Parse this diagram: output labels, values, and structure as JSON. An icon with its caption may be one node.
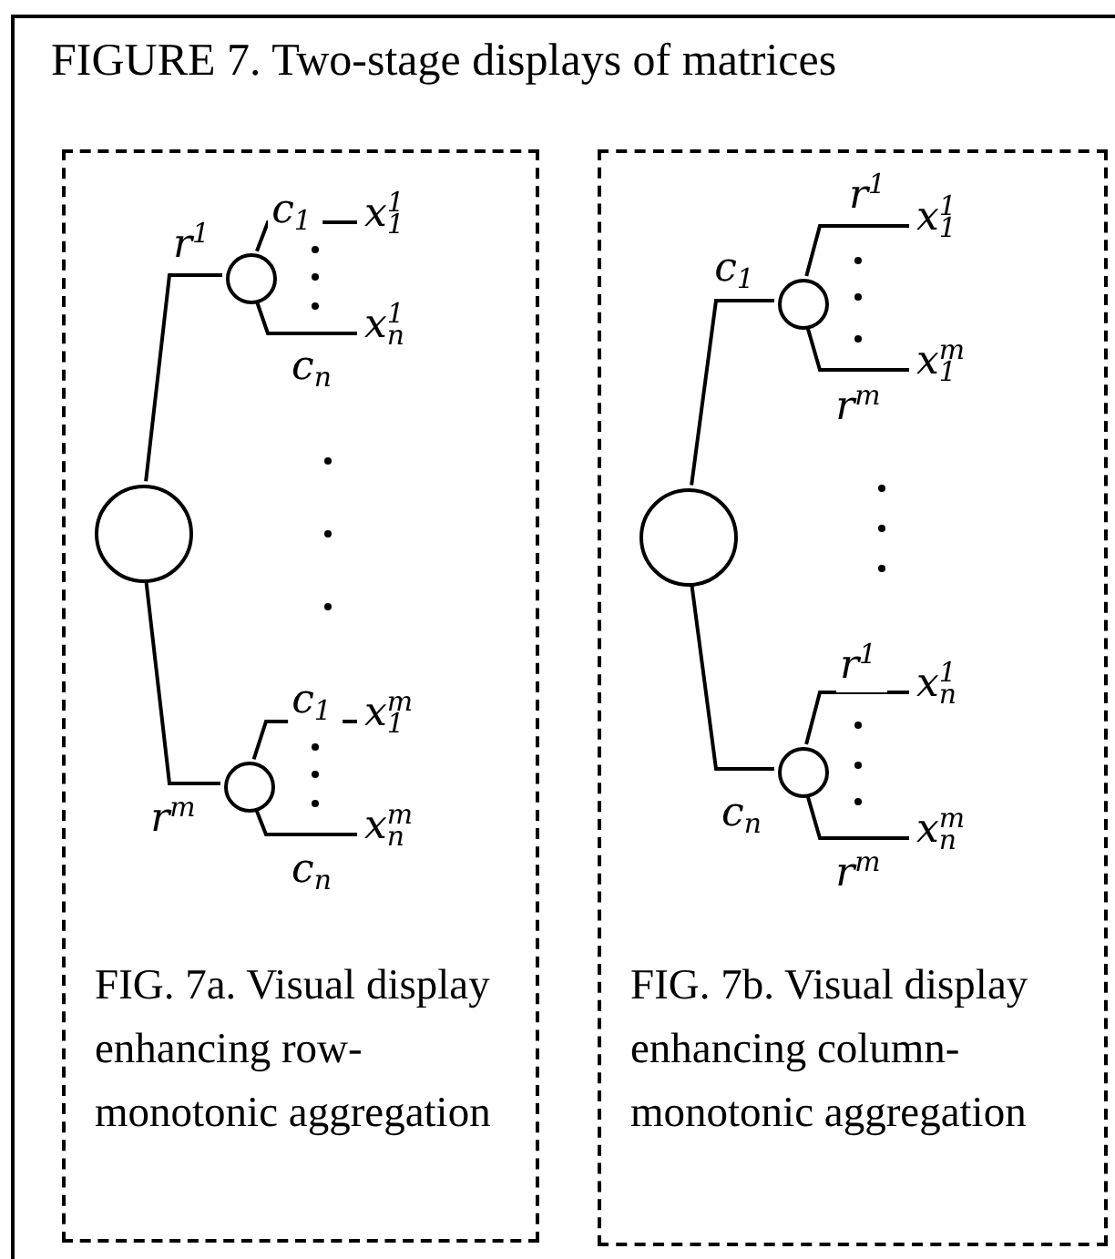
{
  "diagram": {
    "title": "FIGURE 7. Two-stage displays of matrices",
    "nodes": [
      {
        "text": [
          "FIG. 7a. Visual display enhancing row-monotonic aggregation"
        ]
      },
      {
        "text": [],
        "shape": "circle",
        "in": 0
      },
      {
        "text": [],
        "shape": "circle",
        "in": 0
      },
      {
        "text": [],
        "shape": "circle",
        "in": 0
      },
      {
        "text": [
          "x$^{1}$$_{1}$"
        ],
        "in": 0
      },
      {
        "text": [
          "x$^{1}$$_{n}$"
        ],
        "in": 0
      },
      {
        "text": [
          "x$^{m}$$_{1}$"
        ],
        "in": 0
      },
      {
        "text": [
          "x$^{m}$$_{n}$"
        ],
        "in": 0
      },
      {
        "text": [
          "FIG. 7b. Visual display enhancing column-monotonic aggregation"
        ]
      },
      {
        "text": [],
        "shape": "circle",
        "in": 8
      },
      {
        "text": [],
        "shape": "circle",
        "in": 8
      },
      {
        "text": [],
        "shape": "circle",
        "in": 8
      },
      {
        "text": [
          "x$^{1}$$_{1}$"
        ],
        "in": 8
      },
      {
        "text": [
          "x$^{m}$$_{1}$"
        ],
        "in": 8
      },
      {
        "text": [
          "x$^{1}$$_{n}$"
        ],
        "in": 8
      },
      {
        "text": [
          "x$^{m}$$_{n}$"
        ],
        "in": 8
      }
    ],
    "edges": [
      {
        "from": 1,
        "to": 2,
        "arrow": "none",
        "label": "r$^{1}$"
      },
      {
        "from": 1,
        "to": 3,
        "arrow": "none",
        "label": "r$^{m}$"
      },
      {
        "from": 2,
        "to": 4,
        "arrow": "none",
        "label": "c$_{1}$"
      },
      {
        "from": 2,
        "to": 5,
        "arrow": "none",
        "label": "c$_{n}$"
      },
      {
        "from": 3,
        "to": 6,
        "arrow": "none",
        "label": "c$_{1}$"
      },
      {
        "from": 3,
        "to": 7,
        "arrow": "none",
        "label": "c$_{n}$"
      },
      {
        "from": 9,
        "to": 10,
        "arrow": "none",
        "label": "c$_{1}$"
      },
      {
        "from": 9,
        "to": 11,
        "arrow": "none",
        "label": "c$_{n}$"
      },
      {
        "from": 10,
        "to": 12,
        "arrow": "none",
        "label": "r$^{1}$"
      },
      {
        "from": 10,
        "to": 13,
        "arrow": "none",
        "label": "r$^{m}$"
      },
      {
        "from": 11,
        "to": 14,
        "arrow": "none",
        "label": "r$^{1}$"
      },
      {
        "from": 11,
        "to": 15,
        "arrow": "none",
        "label": "r$^{m}$"
      }
    ]
  }
}
